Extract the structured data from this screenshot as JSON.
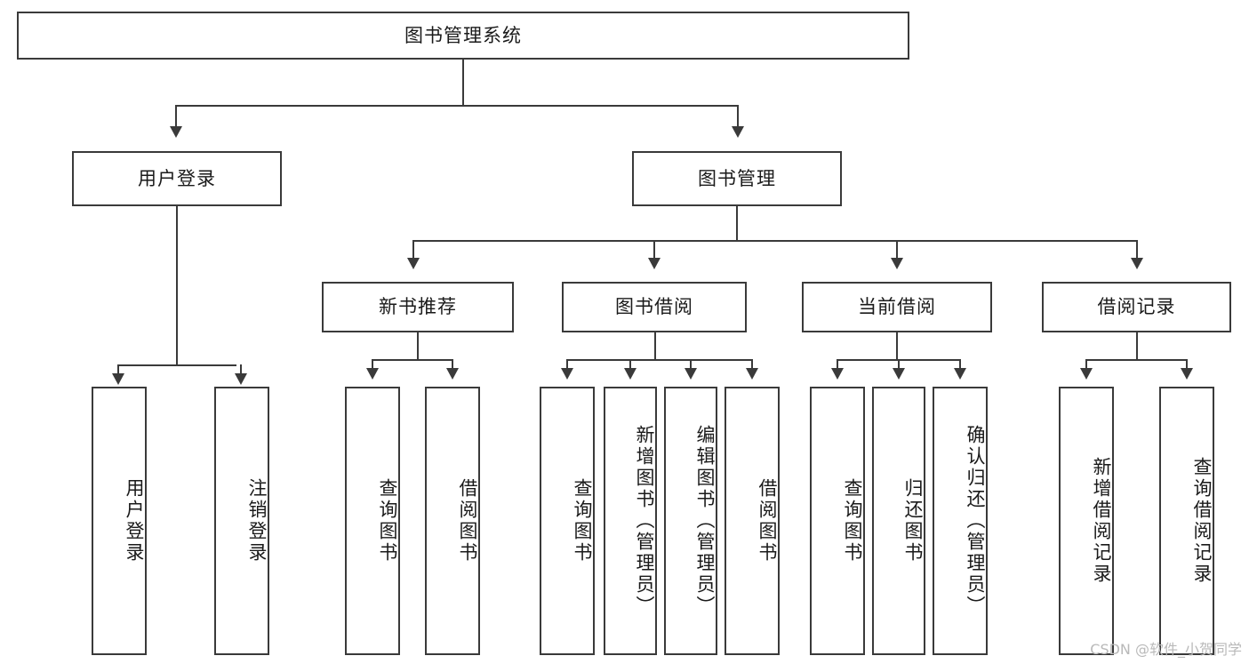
{
  "diagram": {
    "title": "图书管理系统",
    "type": "tree-hierarchy-diagram",
    "root": {
      "label": "图书管理系统"
    },
    "level2": [
      {
        "id": "user-login",
        "label": "用户登录"
      },
      {
        "id": "book-management",
        "label": "图书管理"
      }
    ],
    "level3": [
      {
        "id": "new-book-recommend",
        "label": "新书推荐",
        "parent": "book-management"
      },
      {
        "id": "book-borrow",
        "label": "图书借阅",
        "parent": "book-management"
      },
      {
        "id": "current-borrow",
        "label": "当前借阅",
        "parent": "book-management"
      },
      {
        "id": "borrow-record",
        "label": "借阅记录",
        "parent": "book-management"
      }
    ],
    "leaves": [
      {
        "id": "leaf-user-login",
        "label": "用户登录",
        "parent": "user-login"
      },
      {
        "id": "leaf-logout-login",
        "label": "注销登录",
        "parent": "user-login"
      },
      {
        "id": "leaf-query-book-1",
        "label": "查询图书",
        "parent": "new-book-recommend"
      },
      {
        "id": "leaf-borrow-book-1",
        "label": "借阅图书",
        "parent": "new-book-recommend"
      },
      {
        "id": "leaf-query-book-2",
        "label": "查询图书",
        "parent": "book-borrow"
      },
      {
        "id": "leaf-add-book-admin",
        "label": "新增图书（管理员）",
        "parent": "book-borrow"
      },
      {
        "id": "leaf-edit-book-admin",
        "label": "编辑图书（管理员）",
        "parent": "book-borrow"
      },
      {
        "id": "leaf-borrow-book-2",
        "label": "借阅图书",
        "parent": "book-borrow"
      },
      {
        "id": "leaf-query-book-3",
        "label": "查询图书",
        "parent": "current-borrow"
      },
      {
        "id": "leaf-return-book",
        "label": "归还图书",
        "parent": "current-borrow"
      },
      {
        "id": "leaf-confirm-return-admin",
        "label": "确认归还（管理员）",
        "parent": "current-borrow"
      },
      {
        "id": "leaf-add-borrow-record",
        "label": "新增借阅记录",
        "parent": "borrow-record"
      },
      {
        "id": "leaf-query-borrow-record",
        "label": "查询借阅记录",
        "parent": "borrow-record"
      }
    ],
    "watermark": "CSDN @软件_小贺同学",
    "colors": {
      "stroke": "#3a3a3a",
      "fill": "#ffffff",
      "text": "#1a1a1a",
      "watermark": "#b9b9b9"
    }
  }
}
